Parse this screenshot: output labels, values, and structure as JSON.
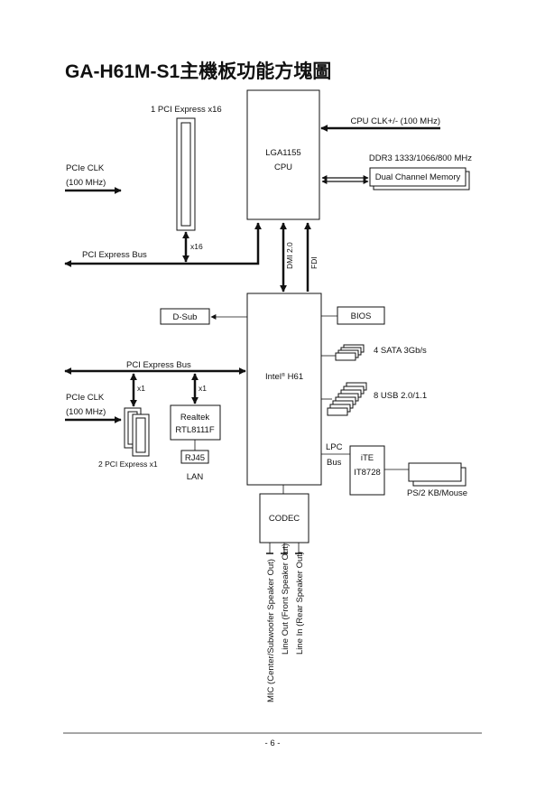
{
  "title": "GA-H61M-S1主機板功能方塊圖",
  "page_number": "- 6 -",
  "cpu": {
    "label_line1": "LGA1155",
    "label_line2": "CPU"
  },
  "chipset": {
    "label_prefix": "Intel",
    "label_reg": "®",
    "label_suffix": " H61"
  },
  "codec": {
    "label": "CODEC"
  },
  "pcie_x16": {
    "label": "1 PCI Express x16",
    "lane": "x16"
  },
  "pcie_x1": {
    "label": "2 PCI Express x1",
    "lane": "x1"
  },
  "realtek": {
    "line1": "Realtek",
    "line2": "RTL8111F",
    "lane": "x1"
  },
  "rj45": {
    "label": "RJ45",
    "sub": "LAN"
  },
  "dsub": {
    "label": "D-Sub"
  },
  "bios": {
    "label": "BIOS"
  },
  "sata": {
    "label": "4 SATA 3Gb/s"
  },
  "usb": {
    "label": "8 USB 2.0/1.1"
  },
  "ite": {
    "line1": "iTE",
    "line2": "IT8728"
  },
  "lpc": {
    "line1": "LPC",
    "line2": "Bus"
  },
  "ps2": {
    "label": "PS/2 KB/Mouse"
  },
  "cpu_clk": {
    "label": "CPU CLK+/- (100 MHz)"
  },
  "ddr3": {
    "label": "DDR3 1333/1066/800 MHz",
    "box": "Dual Channel Memory"
  },
  "pcie_clk_top": {
    "line1": "PCIe CLK",
    "line2": "(100 MHz)"
  },
  "pcie_clk_bottom": {
    "line1": "PCIe CLK",
    "line2": "(100 MHz)"
  },
  "pcie_bus_top": {
    "label": "PCI Express Bus"
  },
  "pcie_bus_mid": {
    "label": "PCI Express Bus"
  },
  "dmi": {
    "label": "DMI 2.0"
  },
  "fdi": {
    "label": "FDI"
  },
  "audio": {
    "mic": "MIC (Center/Subwoofer Speaker Out)",
    "line_out": "Line Out (Front Speaker Out)",
    "line_in": "Line In (Rear Speaker Out)"
  }
}
